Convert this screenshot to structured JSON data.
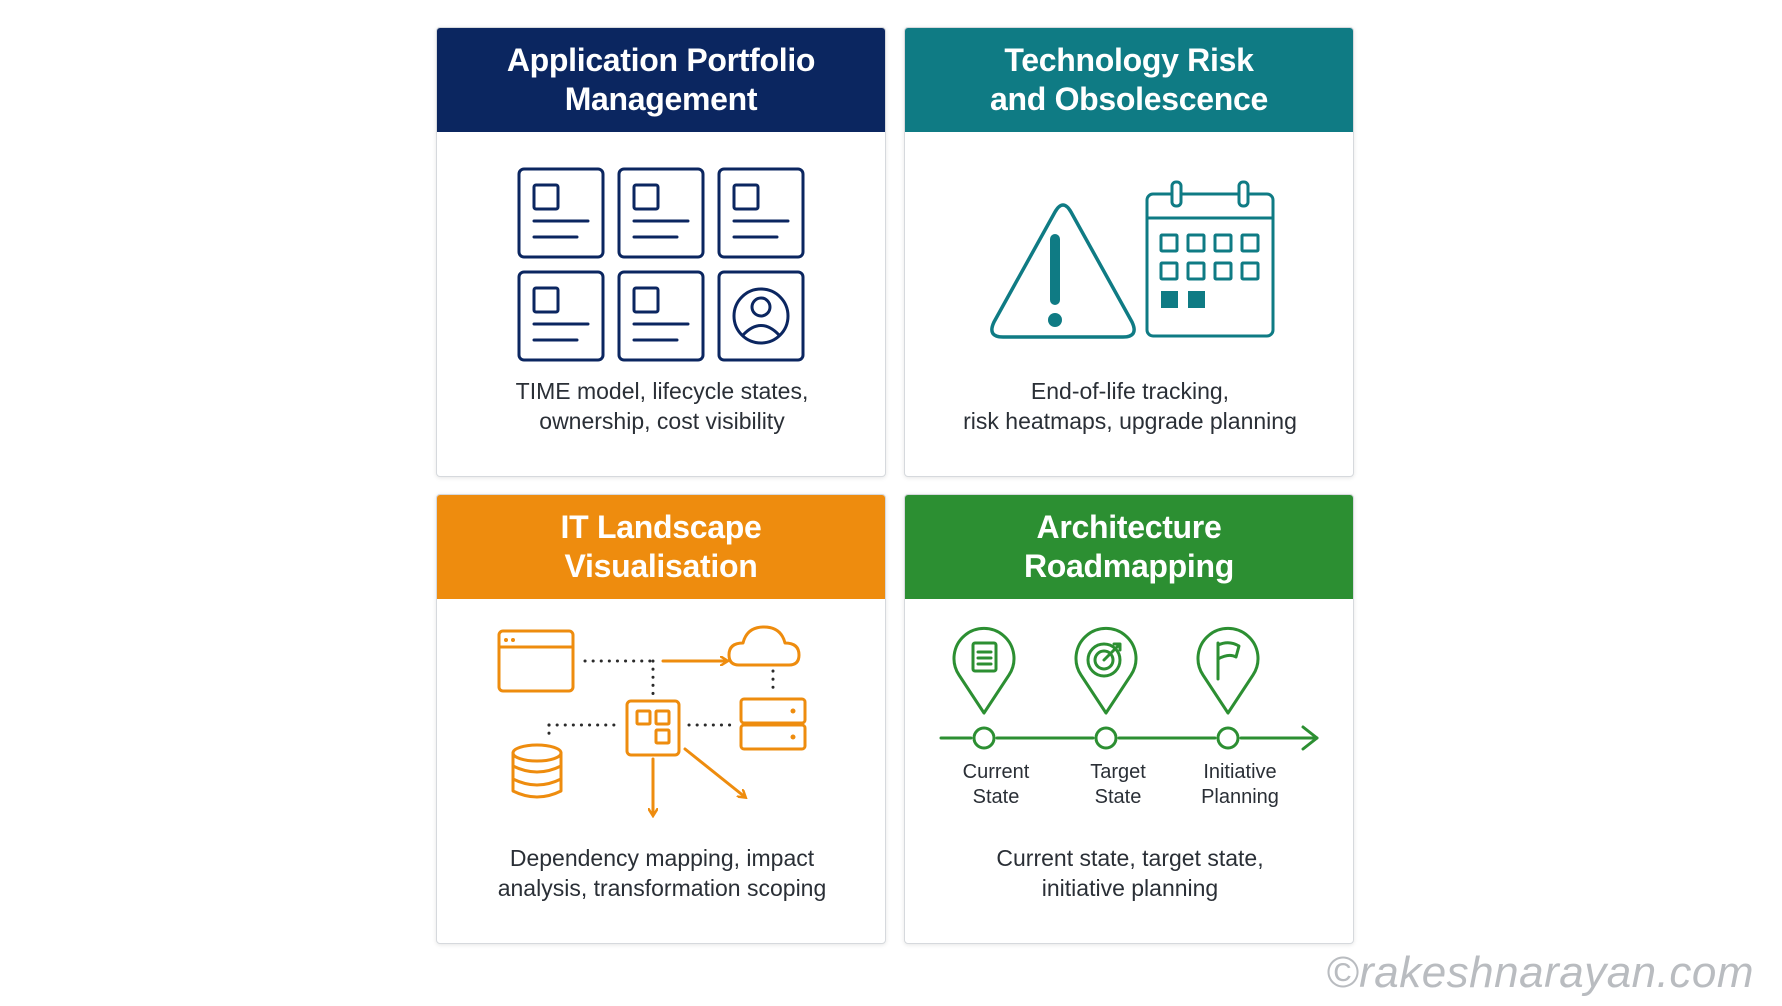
{
  "colors": {
    "portfolio": "#0b2660",
    "risk": "#0f7b84",
    "landscape": "#ee8c0e",
    "roadmap": "#2c8f32"
  },
  "cards": {
    "portfolio": {
      "title": "Application Portfolio\nManagement",
      "description": "TIME model, lifecycle states,\nownership, cost visibility",
      "icon": "application-grid-icon"
    },
    "risk": {
      "title": "Technology Risk\nand Obsolescence",
      "description": "End-of-life tracking,\nrisk heatmaps, upgrade planning",
      "icon": "warning-calendar-icon"
    },
    "landscape": {
      "title": "IT Landscape\nVisualisation",
      "description": "Dependency mapping, impact\nanalysis, transformation scoping",
      "icon": "dependency-map-icon"
    },
    "roadmap": {
      "title": "Architecture\nRoadmapping",
      "description": "Current state, target state,\ninitiative planning",
      "icon": "roadmap-timeline-icon",
      "steps": [
        "Current\nState",
        "Target\nState",
        "Initiative\nPlanning"
      ]
    }
  },
  "watermark": "©rakeshnarayan.com"
}
